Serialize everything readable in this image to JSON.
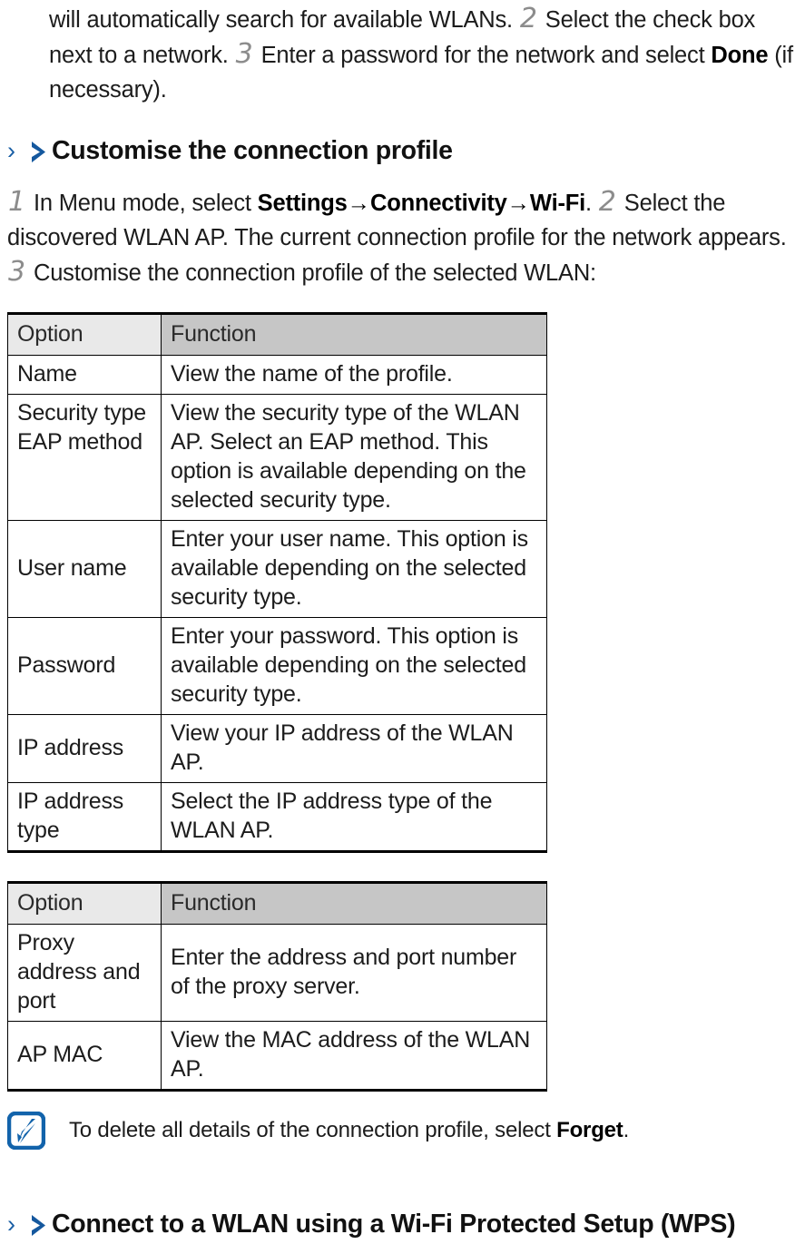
{
  "document": {
    "intro_paragraph": {
      "lead": "will automatically search for available WLANs.",
      "step2_num": "2",
      "step2_text": "Select the check box next to a network.",
      "step3_num": "3",
      "step3_text_a": "Enter a password for the network and select",
      "bold_done": "Done",
      "text_b": "(if necessary)."
    },
    "section1": {
      "chevron_thin": "›",
      "chevron_icon": "bold-chevron-right-icon",
      "title": "Customise the connection profile",
      "steps": {
        "step1_num": "1",
        "step1_a": "In Menu mode, select",
        "step1_bold_settings": "Settings",
        "arrow1": "→",
        "step1_bold_connectivity": "Connectivity",
        "arrow2": "→",
        "step1_bold_wifi": "Wi-Fi",
        "step1_period": ".",
        "step2_num": "2",
        "step2_text": "Select the discovered WLAN AP. The current connection profile for the network appears.",
        "step3_num": "3",
        "step3_text": "Customise the connection profile of the selected WLAN:"
      }
    },
    "table1": {
      "headers": [
        "Option",
        "Function"
      ],
      "rows": [
        {
          "option": "Name",
          "function": "View the name of the profile."
        },
        {
          "option": "Security type EAP method",
          "function": "View the security type of the WLAN AP. Select an EAP method. This option is available depending on the selected security type."
        },
        {
          "option": "User name",
          "function": "Enter your user name. This option is available depending on the selected security type."
        },
        {
          "option": "Password",
          "function": "Enter your password. This option is available depending on the selected security type."
        },
        {
          "option": "IP address",
          "function": "View your IP address of the WLAN AP."
        },
        {
          "option": "IP address type",
          "function": "Select the IP address type of the WLAN AP."
        }
      ]
    },
    "table2": {
      "headers": [
        "Option",
        "Function"
      ],
      "rows": [
        {
          "option": "Proxy address and port",
          "function": "Enter the address and port number of the proxy server."
        },
        {
          "option": "AP MAC",
          "function": "View the MAC address of the WLAN AP."
        }
      ]
    },
    "note": {
      "icon": "note-pen-icon",
      "text_a": "To delete all details of the connection profile, select",
      "bold_forget": "Forget",
      "text_b": "."
    },
    "section2": {
      "chevron_thin": "›",
      "chevron_icon": "bold-chevron-right-icon",
      "title": "Connect to a WLAN using a Wi-Fi Protected Setup (WPS)"
    },
    "colors": {
      "chevron_blue": "#15589e",
      "note_icon_blue": "#1263ab",
      "header_option_bg": "#e9e9e9",
      "header_function_bg": "#c6c6c6",
      "step_number_gray": "#8c8c8c"
    }
  }
}
